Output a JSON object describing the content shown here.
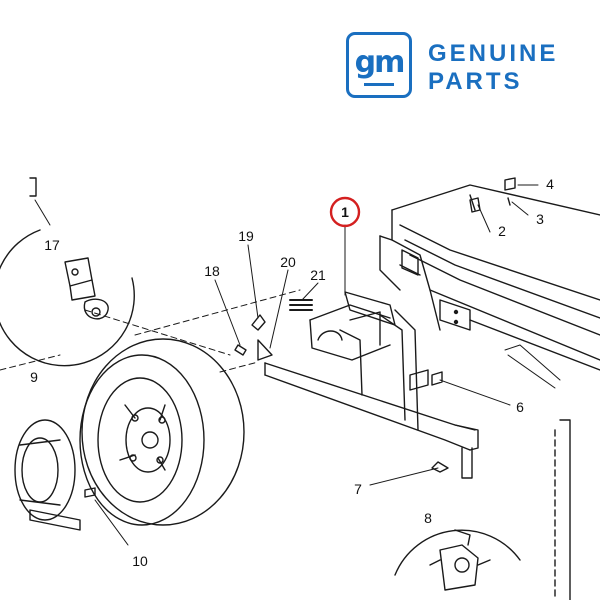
{
  "brand": {
    "logo_text": "gm",
    "line1": "GENUINE",
    "line2": "PARTS",
    "color": "#1a6fc0"
  },
  "diagram": {
    "highlight_color": "#d42020",
    "callouts": {
      "c1": "1",
      "c2": "2",
      "c3": "3",
      "c4": "4",
      "c6": "6",
      "c7": "7",
      "c8": "8",
      "c10": "10",
      "c17": "17",
      "c18": "18",
      "c19": "19",
      "c20": "20",
      "c21": "21",
      "partial": "9"
    }
  }
}
